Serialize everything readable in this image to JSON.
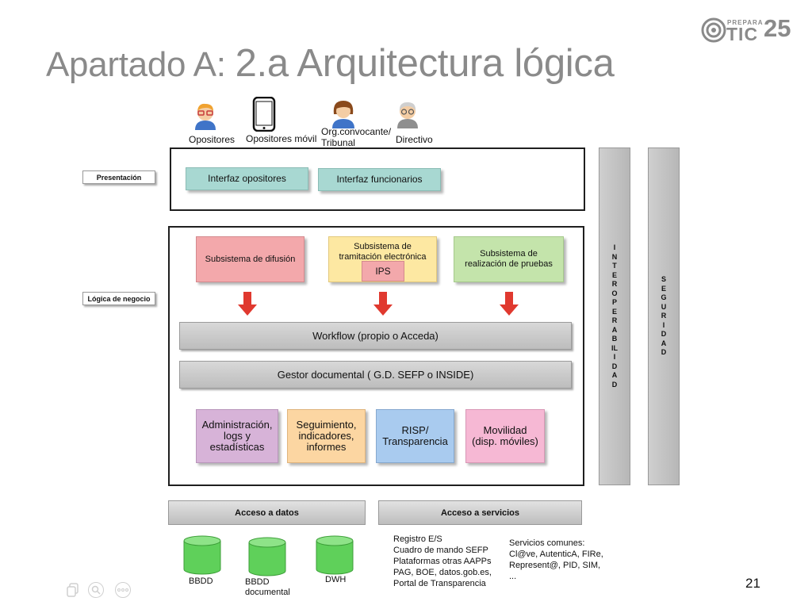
{
  "slide": {
    "title_prefix": "Apartado A",
    "title_colon": ": ",
    "title_main": "2.a Arquitectura lógica",
    "page_number": "21"
  },
  "logo": {
    "prepara": "PREPARA",
    "tic": "TIC",
    "number": "25"
  },
  "actors": [
    {
      "label": "Opositores",
      "icon": "person-glasses-icon"
    },
    {
      "label": "Opositores móvil",
      "icon": "smartphone-icon"
    },
    {
      "label": "Org.convocante/\nTribunal",
      "icon": "person-woman-icon"
    },
    {
      "label": "Directivo",
      "icon": "person-elder-icon"
    }
  ],
  "layers": {
    "presentacion": "Presentación",
    "logica": "Lógica de negocio"
  },
  "presentation_boxes": [
    "Interfaz opositores",
    "Interfaz funcionarios"
  ],
  "subsystems": {
    "difusion": "Subsistema de difusión",
    "tramitacion": "Subsistema de\ntramitación electrónica",
    "ips": "IPS",
    "pruebas": "Subsistema de\nrealización de pruebas"
  },
  "workflow": "Workflow (propio o Acceda)",
  "gestor": "Gestor documental ( G.D. SEFP o INSIDE)",
  "modules": [
    "Administración,\nlogs y\nestadísticas",
    "Seguimiento,\nindicadores,\ninformes",
    "RISP/\nTransparencia",
    "Movilidad\n(disp. móviles)"
  ],
  "vertical": {
    "interoperabilidad": "INTEROPERABILIDAD",
    "seguridad": "SEGURIDAD"
  },
  "access": {
    "datos": "Acceso a datos",
    "servicios": "Acceso a servicios"
  },
  "databases": [
    "BBDD",
    "BBDD\ndocumental",
    "DWH"
  ],
  "services_list": "Registro E/S\nCuadro de mando SEFP\nPlataformas otras AAPPs\nPAG, BOE, datos.gob.es,\nPortal de Transparencia",
  "common_services": "Servicios comunes:\nCl@ve, AutenticA, FIRe,\nRepresent@, PID, SIM,\n...",
  "colors": {
    "teal": "#a8d8d2",
    "red": "#f3a8ab",
    "yellow": "#fde8a2",
    "green": "#c4e4ab",
    "purple": "#d7b3d8",
    "orange": "#fcd6a2",
    "blue": "#a9cbef",
    "pink": "#f6b8d4",
    "arrow": "#e0392f",
    "database": "#5fd05a"
  }
}
